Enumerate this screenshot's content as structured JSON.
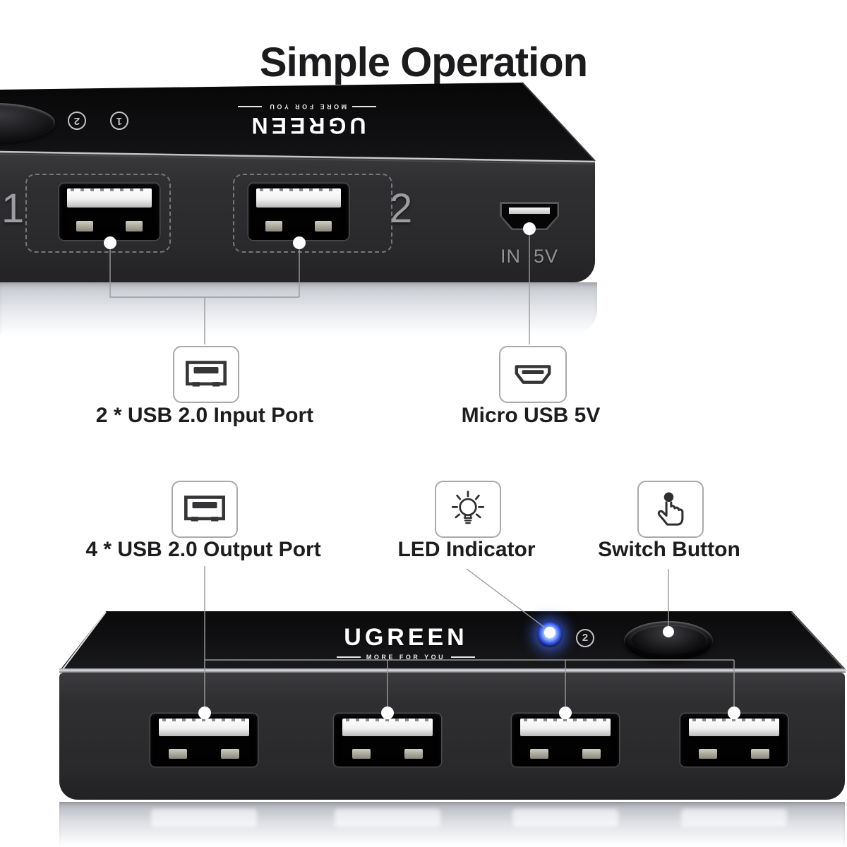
{
  "title": "Simple Operation",
  "brand": {
    "name": "UGREEN",
    "tagline": "MORE FOR YOU"
  },
  "top_device": {
    "port_labels": [
      "1",
      "2"
    ],
    "indicator_labels": [
      "2",
      "1"
    ],
    "power_port_engraving": [
      "IN",
      "5V"
    ]
  },
  "bottom_device": {
    "indicator_label": "2"
  },
  "callouts": {
    "input_port_label": "2 * USB 2.0 Input Port",
    "power_label": "Micro USB 5V",
    "output_port_label": "4 * USB 2.0 Output Port",
    "led_label": "LED Indicator",
    "switch_label": "Switch Button"
  },
  "colors": {
    "led_on": "#2c52e8",
    "callout_line": "#9a9a9a",
    "label_text": "#1d1d1f",
    "device_black": "#0b0b0d",
    "device_gray": "#2e2e31"
  }
}
